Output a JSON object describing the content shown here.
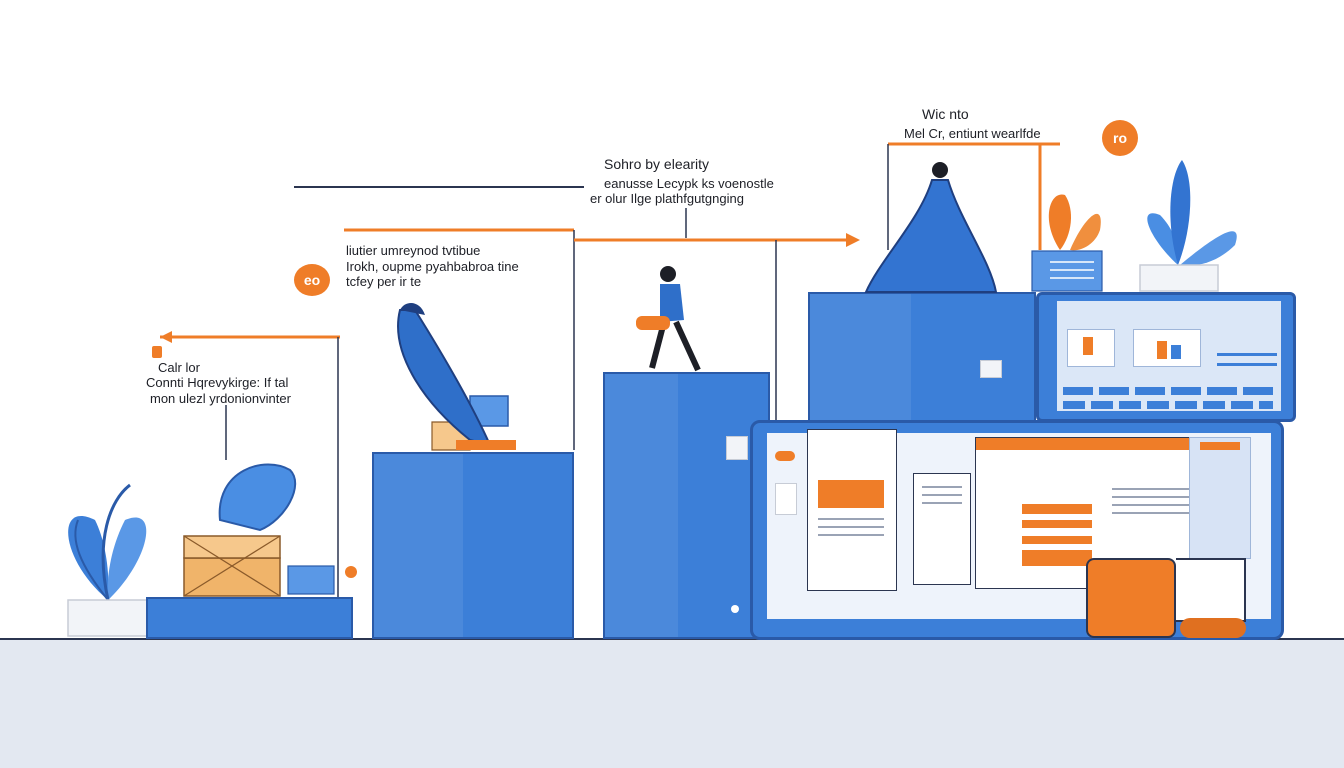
{
  "scene": {
    "step1": {
      "title": "Calr lor",
      "line1": "Connti Hqrevykirge: If tal",
      "line2": "mon  ulezl yrdonionvinter",
      "bubble": ""
    },
    "step2": {
      "line1": "liutier umreynod tvtibue",
      "line2": "Irokh, oupme pyahbabroa tine",
      "line3": "tcfey per ir te",
      "bubble": "eo"
    },
    "step3": {
      "title": "Sohro by elearity",
      "line1": "eanusse Lecypk ks voenostle",
      "line2": "er olur  Ilge plathfgutgnging"
    },
    "step4": {
      "title": "Wic nto",
      "line1": "Mel Cr, entiunt  wearlfde",
      "bubble": "ro"
    }
  },
  "colors": {
    "accent": "#ef7d28",
    "primary": "#3c7fd8",
    "primary_dark": "#2a5aa8",
    "floor": "#e3e8f1"
  }
}
